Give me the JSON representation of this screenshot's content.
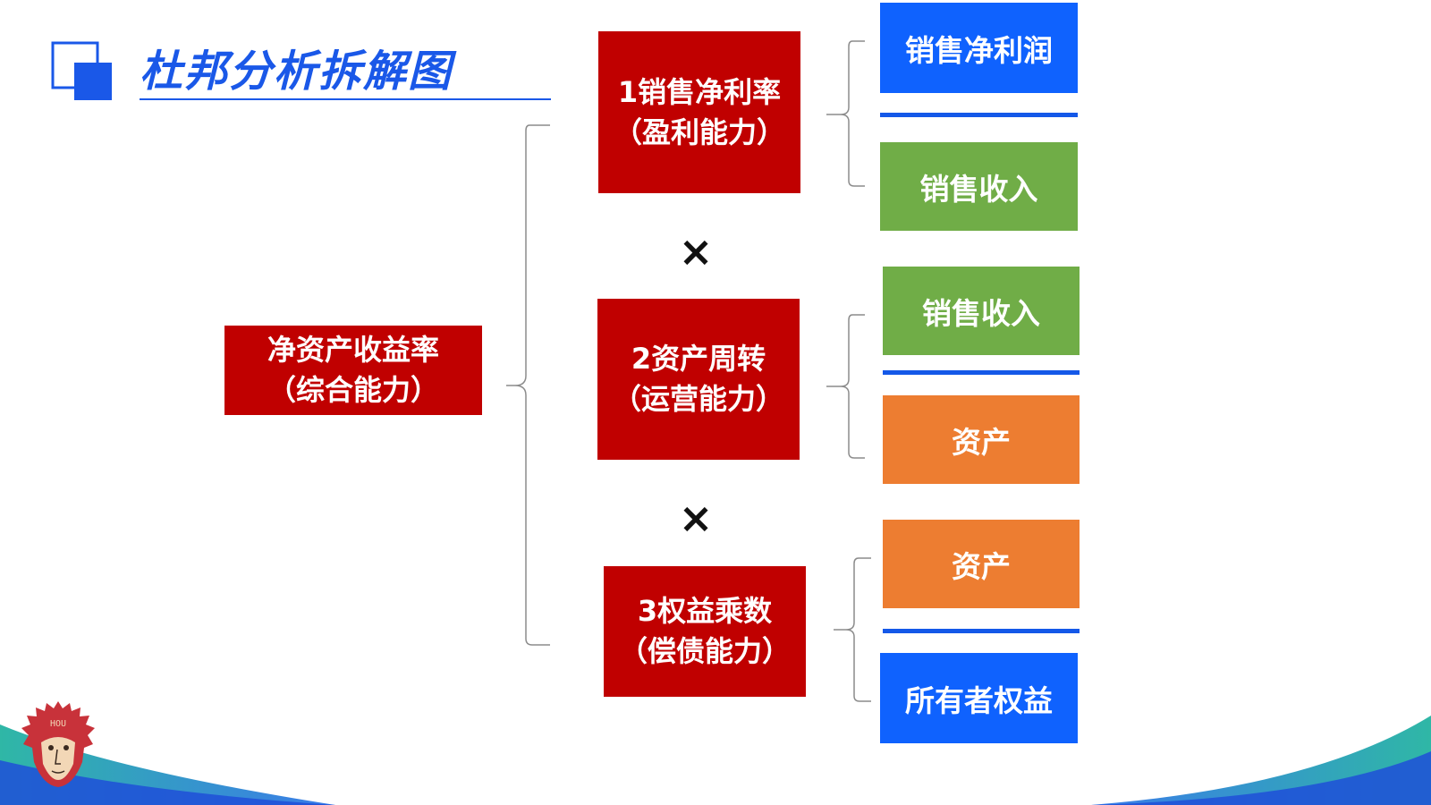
{
  "header": {
    "title": "杜邦分析拆解图"
  },
  "root": {
    "line1": "净资产收益率",
    "line2": "（综合能力）"
  },
  "factors": [
    {
      "line1": "1销售净利率",
      "line2": "（盈利能力）"
    },
    {
      "line1": "2资产周转",
      "line2": "（运营能力）"
    },
    {
      "line1": "3权益乘数",
      "line2": "（偿债能力）"
    }
  ],
  "operators": {
    "multiply_1": "×",
    "multiply_2": "×"
  },
  "ratios": [
    {
      "numerator": "销售净利润",
      "denominator": "销售收入"
    },
    {
      "numerator": "销售收入",
      "denominator": "资产"
    },
    {
      "numerator": "资产",
      "denominator": "所有者权益"
    }
  ],
  "colors": {
    "factor_red": "#C00000",
    "blue": "#0F62FE",
    "green": "#70AD47",
    "orange": "#ED7D31",
    "accent": "#1A58E8"
  },
  "icons": {
    "logo_mark": "overlapping-squares-icon",
    "mascot": "monkey-mascot-icon"
  }
}
